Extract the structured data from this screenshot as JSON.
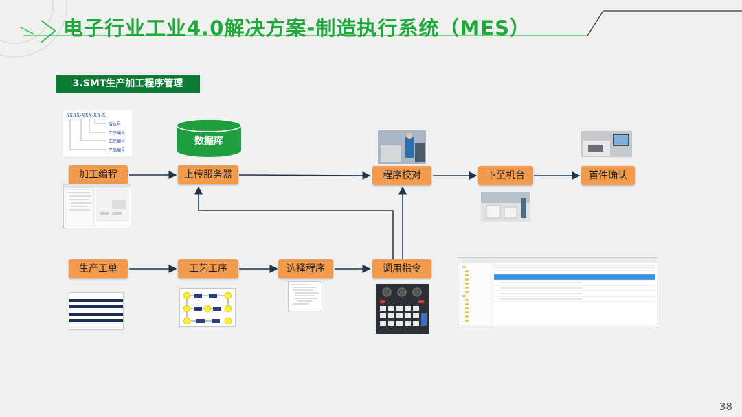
{
  "header": {
    "title": "电子行业工业4.0解决方案-制造执行系统（MES）"
  },
  "section": {
    "label": "3.SMT生产加工程序管理"
  },
  "database": {
    "label": "数据库"
  },
  "nodes": {
    "programming": "加工编程",
    "upload_server": "上传服务器",
    "program_check": "程序校对",
    "to_machine": "下至机台",
    "first_confirm": "首件确认",
    "work_order": "生产工单",
    "process": "工艺工序",
    "select_program": "选择程序",
    "call_command": "调用指令"
  },
  "code_format": {
    "pattern": "XXXX-XXX-XX-X",
    "labels": [
      "版本号",
      "工序编号",
      "工艺编号",
      "产品编号"
    ]
  },
  "page": {
    "number": "38"
  },
  "colors": {
    "title_green": "#21a83a",
    "section_bg": "#0d7a36",
    "node_orange": "#f39b4c",
    "db_green": "#1e9e3e",
    "arrow": "#1f3449"
  }
}
